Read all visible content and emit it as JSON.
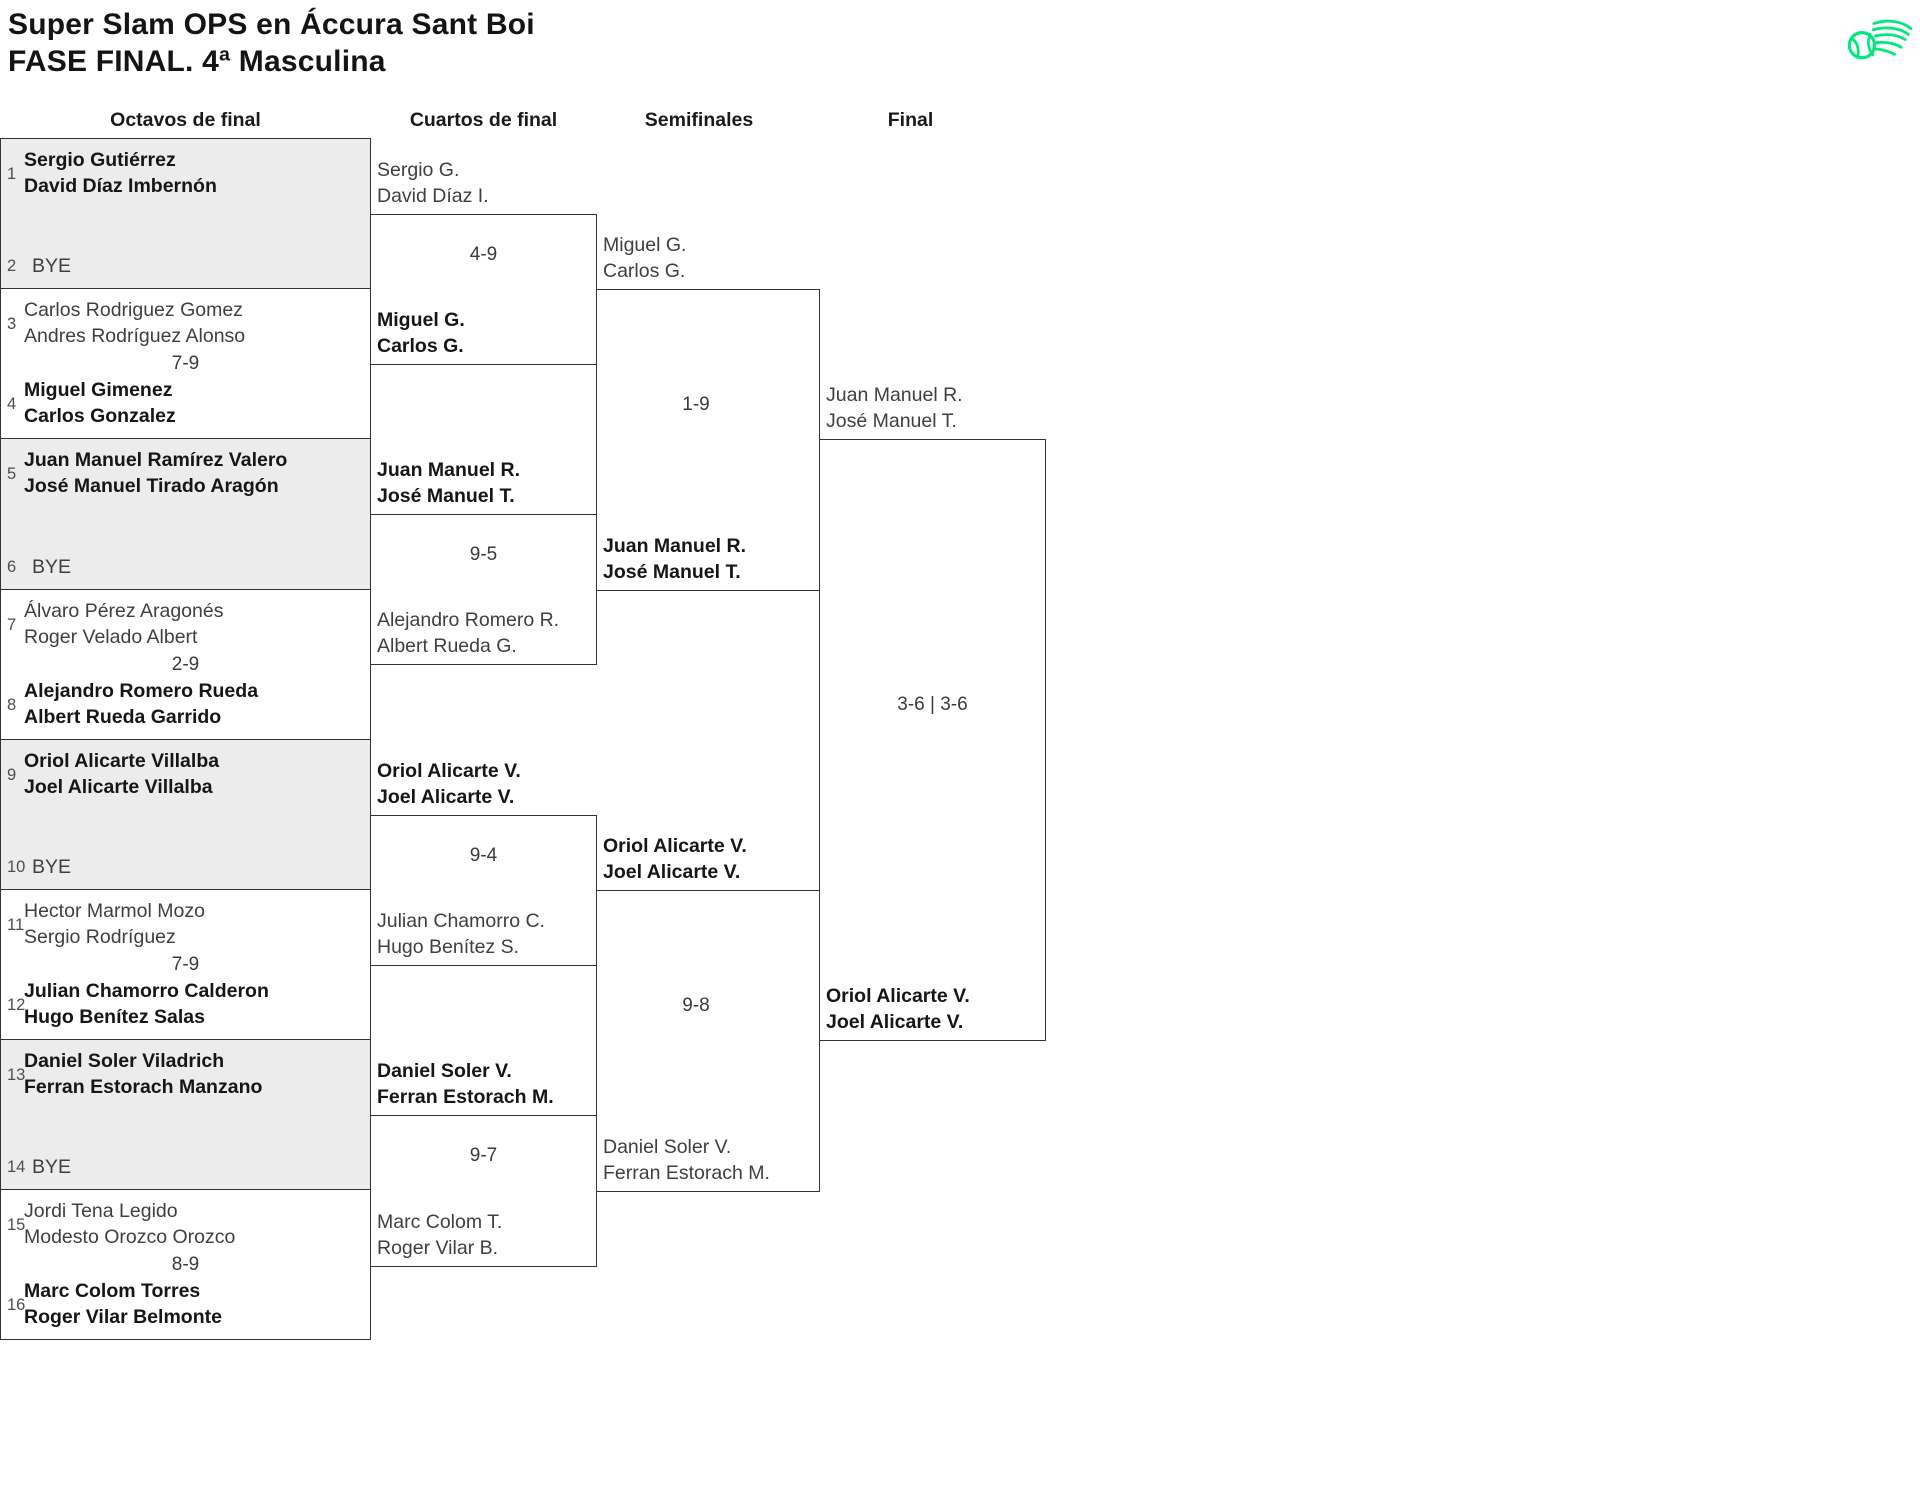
{
  "title": {
    "line1": "Super Slam OPS en Áccura Sant Boi",
    "line2": "FASE FINAL. 4ª Masculina"
  },
  "logo": {
    "icon": "ball-swoosh-logo",
    "color": "#00E87E"
  },
  "colors": {
    "bye_box_fill": "#ececec",
    "border": "#333333",
    "regular_text": "#3f3f3f",
    "winner_text": "#161616"
  },
  "rounds": [
    {
      "name": "Octavos de final"
    },
    {
      "name": "Cuartos de final"
    },
    {
      "name": "Semifinales"
    },
    {
      "name": "Final"
    }
  ],
  "bracket": {
    "octavos": [
      {
        "score": "",
        "top": {
          "seed": "1",
          "line1": "Sergio Gutiérrez",
          "line2": "David Díaz Imbernón",
          "winner": true
        },
        "bottom": {
          "seed": "2",
          "line1": "BYE",
          "line2": "",
          "bye": true,
          "winner": false
        }
      },
      {
        "score": "7-9",
        "top": {
          "seed": "3",
          "line1": "Carlos Rodriguez Gomez",
          "line2": "Andres Rodríguez Alonso",
          "winner": false
        },
        "bottom": {
          "seed": "4",
          "line1": "Miguel Gimenez",
          "line2": "Carlos Gonzalez",
          "winner": true
        }
      },
      {
        "score": "",
        "top": {
          "seed": "5",
          "line1": "Juan Manuel Ramírez Valero",
          "line2": "José Manuel Tirado Aragón",
          "winner": true
        },
        "bottom": {
          "seed": "6",
          "line1": "BYE",
          "line2": "",
          "bye": true,
          "winner": false
        }
      },
      {
        "score": "2-9",
        "top": {
          "seed": "7",
          "line1": "Álvaro Pérez Aragonés",
          "line2": "Roger Velado Albert",
          "winner": false
        },
        "bottom": {
          "seed": "8",
          "line1": "Alejandro Romero Rueda",
          "line2": "Albert Rueda Garrido",
          "winner": true
        }
      },
      {
        "score": "",
        "top": {
          "seed": "9",
          "line1": "Oriol Alicarte Villalba",
          "line2": "Joel Alicarte Villalba",
          "winner": true
        },
        "bottom": {
          "seed": "10",
          "line1": "BYE",
          "line2": "",
          "bye": true,
          "winner": false
        }
      },
      {
        "score": "7-9",
        "top": {
          "seed": "11",
          "line1": "Hector Marmol Mozo",
          "line2": "Sergio Rodríguez",
          "winner": false
        },
        "bottom": {
          "seed": "12",
          "line1": "Julian Chamorro Calderon",
          "line2": "Hugo Benítez Salas",
          "winner": true
        }
      },
      {
        "score": "",
        "top": {
          "seed": "13",
          "line1": "Daniel Soler Viladrich",
          "line2": "Ferran Estorach Manzano",
          "winner": true
        },
        "bottom": {
          "seed": "14",
          "line1": "BYE",
          "line2": "",
          "bye": true,
          "winner": false
        }
      },
      {
        "score": "8-9",
        "top": {
          "seed": "15",
          "line1": "Jordi Tena Legido",
          "line2": "Modesto Orozco Orozco",
          "winner": false
        },
        "bottom": {
          "seed": "16",
          "line1": "Marc Colom Torres",
          "line2": "Roger Vilar Belmonte",
          "winner": true
        }
      }
    ],
    "cuartos": [
      {
        "score": "4-9",
        "top": {
          "line1": "Sergio G.",
          "line2": "David Díaz I.",
          "winner": false
        },
        "bottom": {
          "line1": "Miguel G.",
          "line2": "Carlos G.",
          "winner": true
        }
      },
      {
        "score": "9-5",
        "top": {
          "line1": "Juan Manuel R.",
          "line2": "José Manuel T.",
          "winner": true
        },
        "bottom": {
          "line1": "Alejandro Romero R.",
          "line2": "Albert Rueda G.",
          "winner": false
        }
      },
      {
        "score": "9-4",
        "top": {
          "line1": "Oriol Alicarte V.",
          "line2": "Joel Alicarte V.",
          "winner": true
        },
        "bottom": {
          "line1": "Julian Chamorro C.",
          "line2": "Hugo Benítez S.",
          "winner": false
        }
      },
      {
        "score": "9-7",
        "top": {
          "line1": "Daniel Soler V.",
          "line2": "Ferran Estorach M.",
          "winner": true
        },
        "bottom": {
          "line1": "Marc Colom T.",
          "line2": "Roger Vilar B.",
          "winner": false
        }
      }
    ],
    "semifinales": [
      {
        "score": "1-9",
        "top": {
          "line1": "Miguel G.",
          "line2": "Carlos G.",
          "winner": false
        },
        "bottom": {
          "line1": "Juan Manuel R.",
          "line2": "José Manuel T.",
          "winner": true
        }
      },
      {
        "score": "9-8",
        "top": {
          "line1": "Oriol Alicarte V.",
          "line2": "Joel Alicarte V.",
          "winner": true
        },
        "bottom": {
          "line1": "Daniel Soler V.",
          "line2": "Ferran Estorach M.",
          "winner": false
        }
      }
    ],
    "final": [
      {
        "score": "3-6 | 3-6",
        "top": {
          "line1": "Juan Manuel R.",
          "line2": "José Manuel T.",
          "winner": false
        },
        "bottom": {
          "line1": "Oriol Alicarte V.",
          "line2": "Joel Alicarte V.",
          "winner": true
        }
      }
    ]
  }
}
